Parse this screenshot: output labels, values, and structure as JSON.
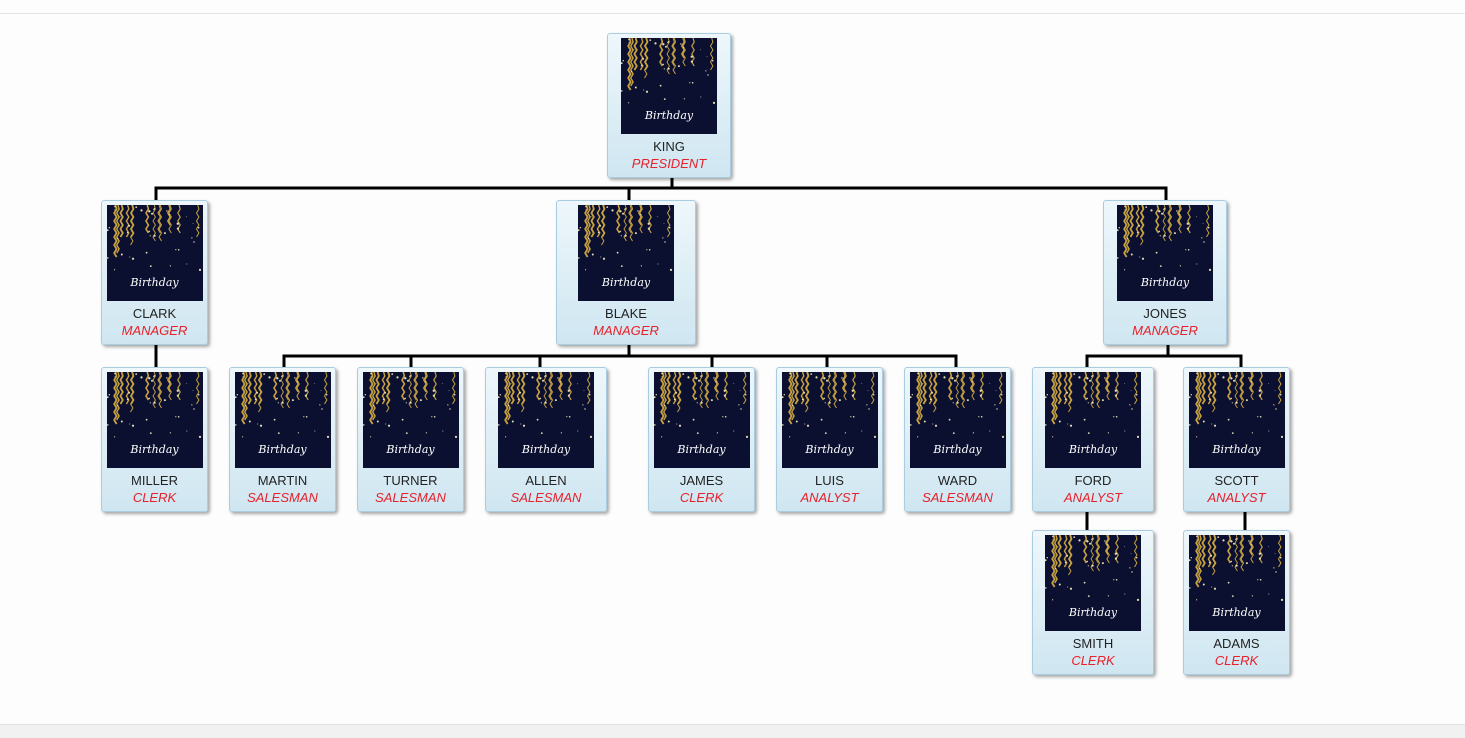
{
  "nodes": [
    {
      "id": "king",
      "name": "KING",
      "title": "PRESIDENT"
    },
    {
      "id": "clark",
      "name": "CLARK",
      "title": "MANAGER"
    },
    {
      "id": "blake",
      "name": "BLAKE",
      "title": "MANAGER"
    },
    {
      "id": "jones",
      "name": "JONES",
      "title": "MANAGER"
    },
    {
      "id": "miller",
      "name": "MILLER",
      "title": "CLERK"
    },
    {
      "id": "martin",
      "name": "MARTIN",
      "title": "SALESMAN"
    },
    {
      "id": "turner",
      "name": "TURNER",
      "title": "SALESMAN"
    },
    {
      "id": "allen",
      "name": "ALLEN",
      "title": "SALESMAN"
    },
    {
      "id": "james",
      "name": "JAMES",
      "title": "CLERK"
    },
    {
      "id": "luis",
      "name": "LUIS",
      "title": "ANALYST"
    },
    {
      "id": "ward",
      "name": "WARD",
      "title": "SALESMAN"
    },
    {
      "id": "ford",
      "name": "FORD",
      "title": "ANALYST"
    },
    {
      "id": "scott",
      "name": "SCOTT",
      "title": "ANALYST"
    },
    {
      "id": "smith",
      "name": "SMITH",
      "title": "CLERK"
    },
    {
      "id": "adams",
      "name": "ADAMS",
      "title": "CLERK"
    }
  ],
  "photo_caption": "Birthday",
  "colors": {
    "title": "#e8212b",
    "card_border": "#a9cde0",
    "connector": "#000000",
    "photo_bg": "#0b1030",
    "confetti": "#c9a240"
  }
}
